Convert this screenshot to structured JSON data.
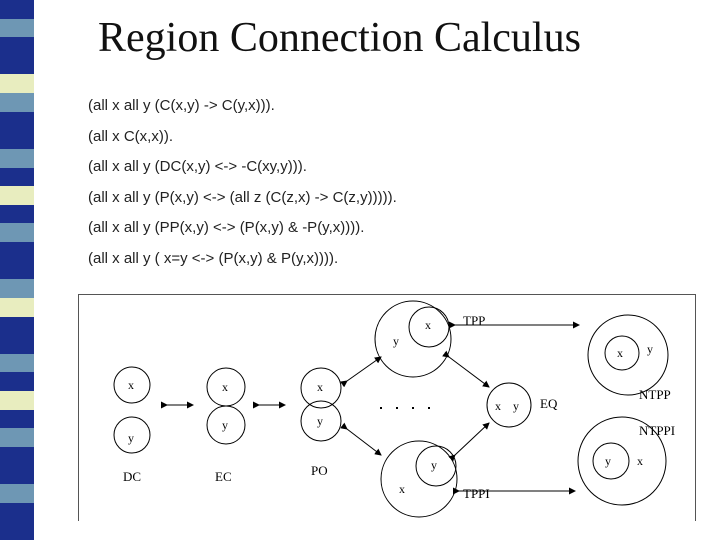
{
  "title": "Region Connection Calculus",
  "formulas": [
    "(all x all y (C(x,y) -> C(y,x))).",
    "(all x C(x,x)).",
    "(all x all y (DC(x,y) <-> -C(xy,y))).",
    "(all x all y (P(x,y) <-> (all z (C(z,x) -> C(z,y))))).",
    "(all x all y (PP(x,y) <-> (P(x,y) & -P(y,x)))).",
    "(all x all y ( x=y <-> (P(x,y) & P(y,x))))."
  ],
  "stripe_colors": [
    "#1b2f8c",
    "#6e97b4",
    "#e8edbf"
  ],
  "diagram": {
    "var_x": "x",
    "var_y": "y",
    "relations": {
      "dc": "DC",
      "ec": "EC",
      "po": "PO",
      "tpp": "TPP",
      "eq": "EQ",
      "tppi": "TPPI",
      "ntpp": "NTPP",
      "ntppi": "NTPPI"
    }
  }
}
